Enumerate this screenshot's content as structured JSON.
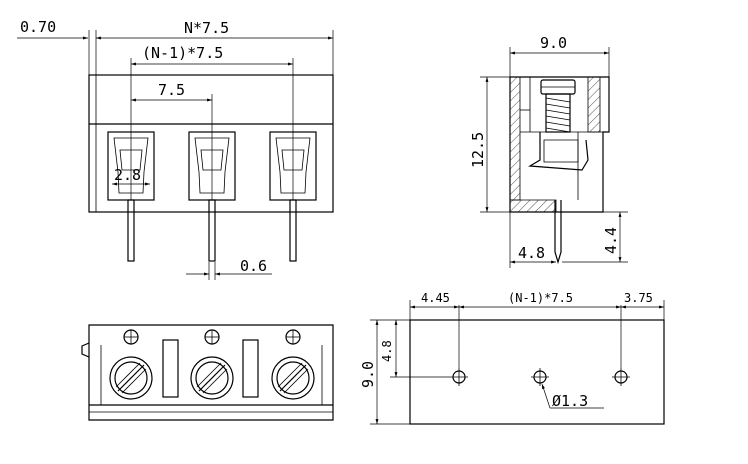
{
  "dimensions": {
    "offset": "0.70",
    "total_length": "N*7.5",
    "pin_span": "(N-1)*7.5",
    "pitch": "7.5",
    "slot_width": "2.8",
    "pin_width": "0.6",
    "depth": "9.0",
    "height": "12.5",
    "pin_length": "4.4",
    "pin_offset": "4.8",
    "pcb_left": "4.45",
    "pcb_span": "(N-1)*7.5",
    "pcb_right": "3.75",
    "pcb_row": "4.8",
    "pcb_depth": "9.0",
    "hole_diameter": "Ø1.3"
  }
}
